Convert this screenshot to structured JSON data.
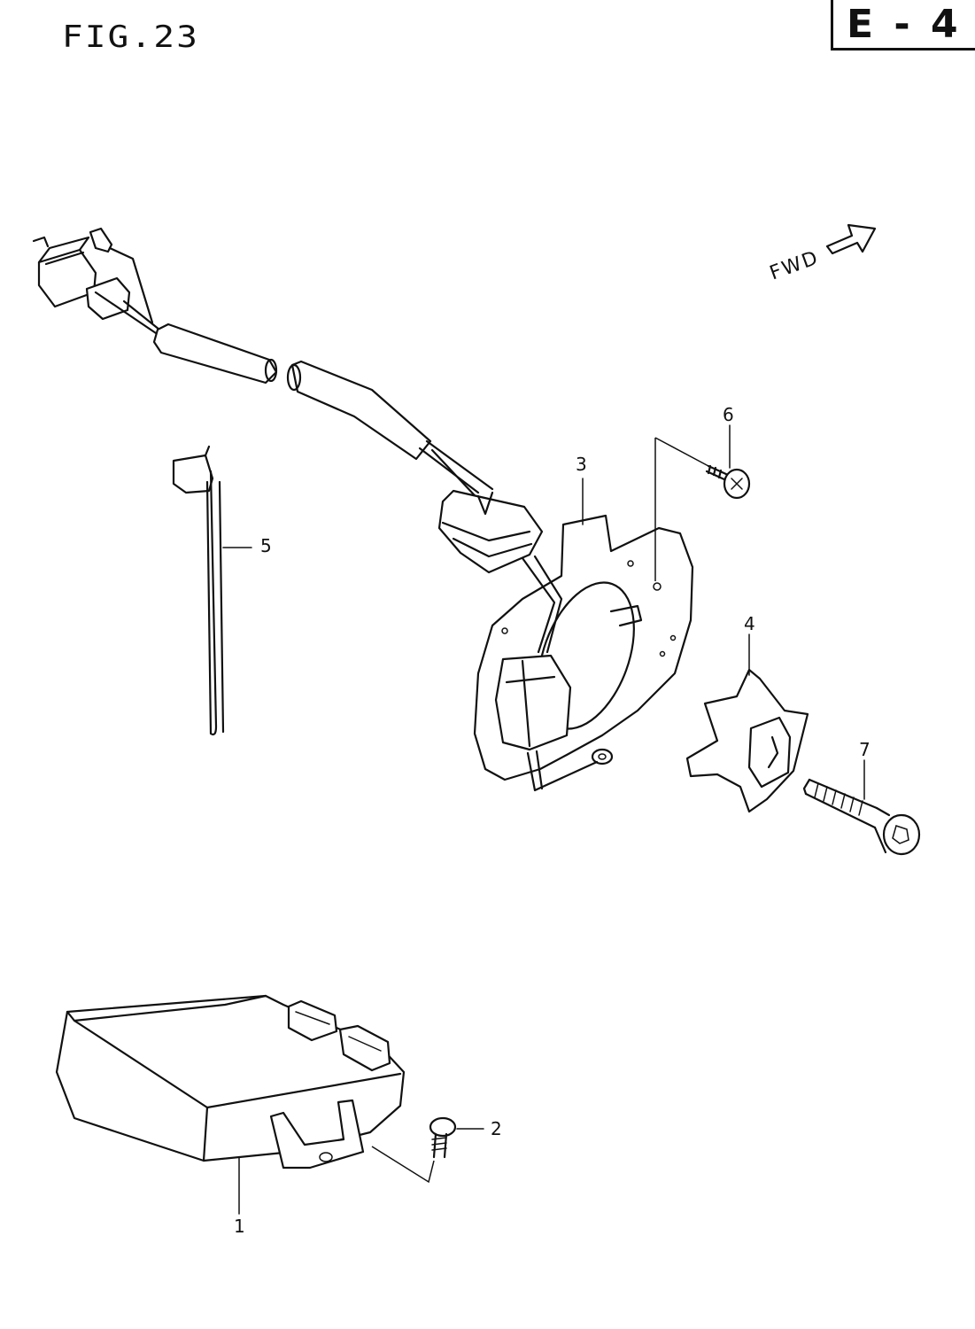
{
  "header": {
    "figure_label": "FIG.23",
    "section_label": "E - 4"
  },
  "direction": {
    "label": "FWD",
    "icon": "forward-arrow-icon"
  },
  "callouts": {
    "c1": "1",
    "c2": "2",
    "c3": "3",
    "c4": "4",
    "c5": "5",
    "c6": "6",
    "c7": "7"
  }
}
